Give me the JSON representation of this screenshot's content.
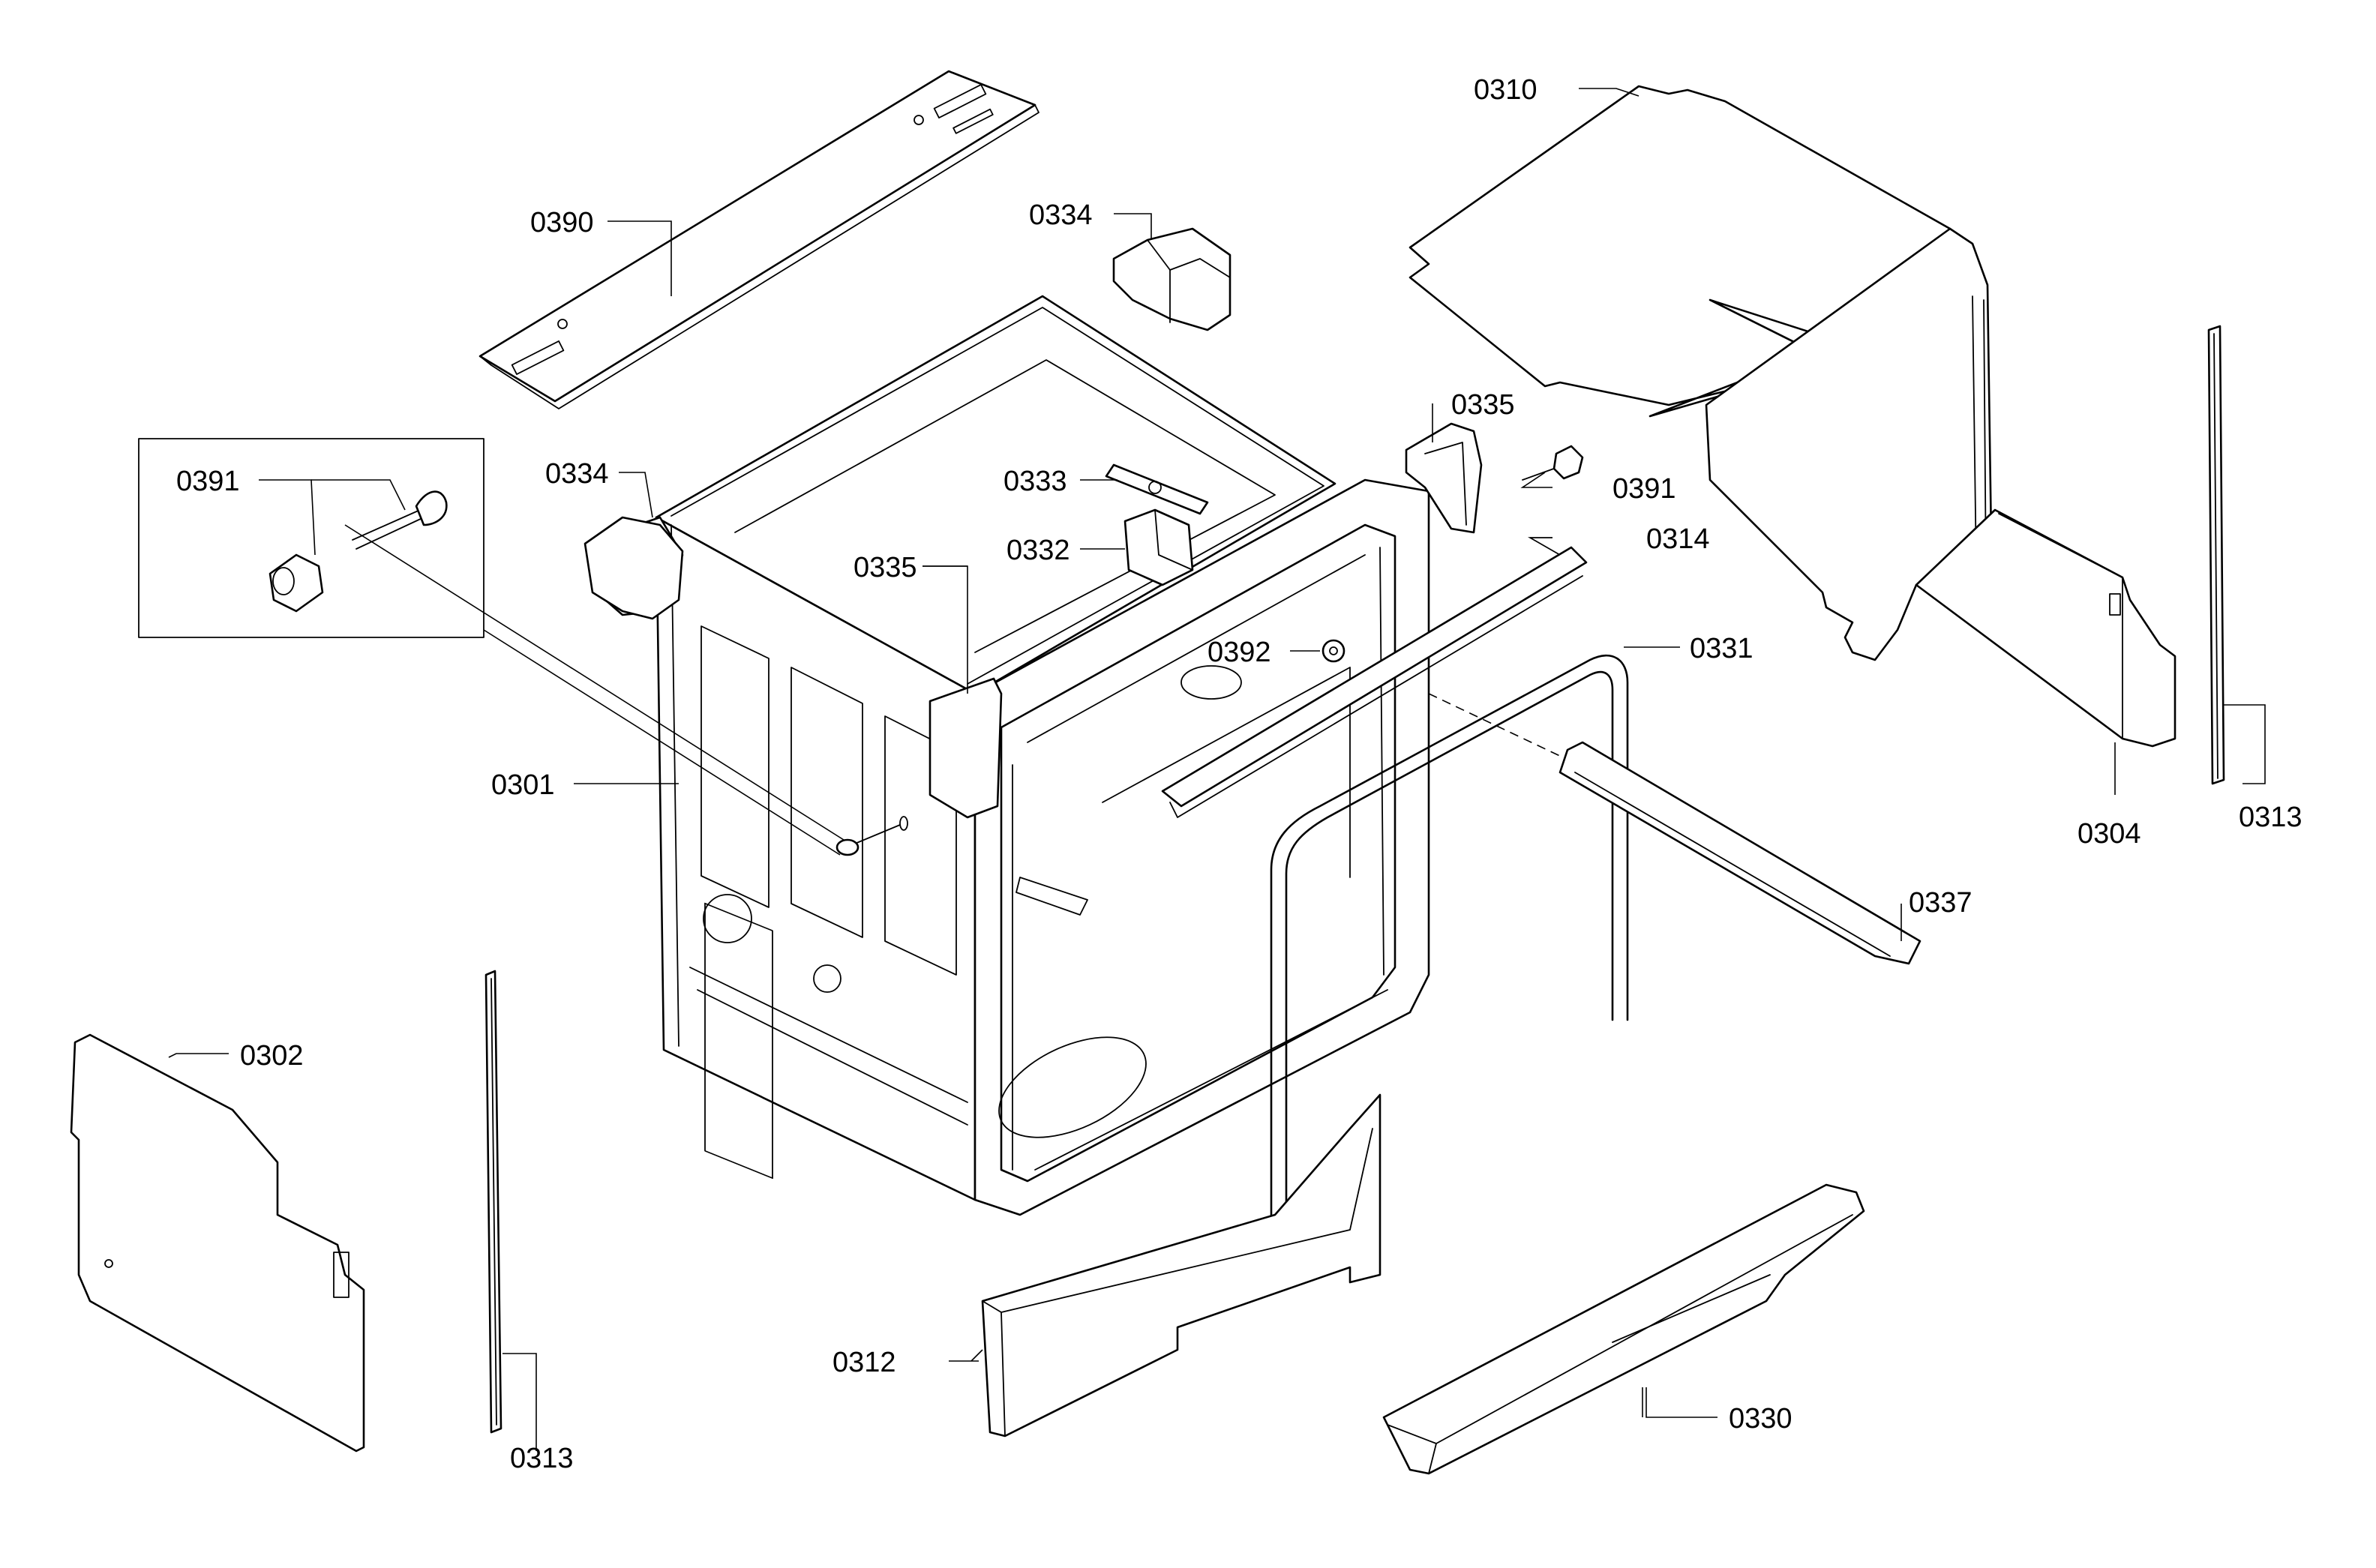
{
  "callouts": [
    {
      "id": "0310",
      "label": "0310"
    },
    {
      "id": "0390",
      "label": "0390"
    },
    {
      "id": "0334a",
      "label": "0334"
    },
    {
      "id": "0334b",
      "label": "0334"
    },
    {
      "id": "0335a",
      "label": "0335"
    },
    {
      "id": "0335b",
      "label": "0335"
    },
    {
      "id": "0391a",
      "label": "0391"
    },
    {
      "id": "0391b",
      "label": "0391"
    },
    {
      "id": "0333",
      "label": "0333"
    },
    {
      "id": "0332",
      "label": "0332"
    },
    {
      "id": "0314",
      "label": "0314"
    },
    {
      "id": "0331",
      "label": "0331"
    },
    {
      "id": "0392",
      "label": "0392"
    },
    {
      "id": "0301",
      "label": "0301"
    },
    {
      "id": "0304",
      "label": "0304"
    },
    {
      "id": "0313a",
      "label": "0313"
    },
    {
      "id": "0313b",
      "label": "0313"
    },
    {
      "id": "0337",
      "label": "0337"
    },
    {
      "id": "0302",
      "label": "0302"
    },
    {
      "id": "0312",
      "label": "0312"
    },
    {
      "id": "0330",
      "label": "0330"
    }
  ]
}
